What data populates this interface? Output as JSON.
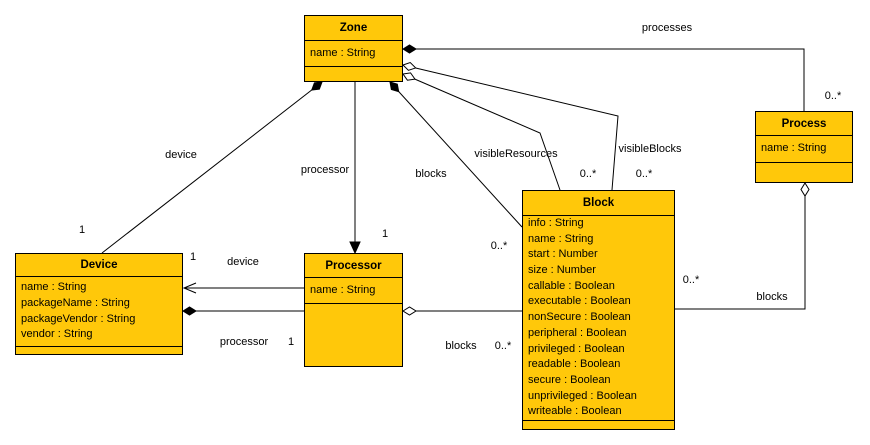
{
  "classes": {
    "zone": {
      "name": "Zone",
      "attributes": [
        "name : String"
      ]
    },
    "process": {
      "name": "Process",
      "attributes": [
        "name : String"
      ]
    },
    "block": {
      "name": "Block",
      "attributes": [
        "info : String",
        "name : String",
        "start : Number",
        "size : Number",
        "callable : Boolean",
        "executable : Boolean",
        "nonSecure : Boolean",
        "peripheral : Boolean",
        "privileged : Boolean",
        "readable : Boolean",
        "secure : Boolean",
        "unprivileged : Boolean",
        "writeable : Boolean"
      ]
    },
    "device": {
      "name": "Device",
      "attributes": [
        "name : String",
        "packageName : String",
        "packageVendor : String",
        "vendor : String"
      ]
    },
    "processor": {
      "name": "Processor",
      "attributes": [
        "name : String"
      ]
    }
  },
  "edges": {
    "processes": {
      "label": "processes",
      "source": "Zone",
      "target": "Process",
      "type": "composition",
      "target_multiplicity": "0..*"
    },
    "visible_blocks": {
      "label": "visibleBlocks",
      "source": "Zone",
      "target": "Block",
      "type": "aggregation",
      "target_multiplicity": "0..*"
    },
    "visible_resources": {
      "label": "visibleResources",
      "source": "Zone",
      "target": "Block",
      "type": "aggregation",
      "target_multiplicity": "0..*"
    },
    "zone_blocks": {
      "label": "blocks",
      "source": "Zone",
      "target": "Block",
      "type": "composition",
      "target_multiplicity": "0..*"
    },
    "zone_device": {
      "label": "device",
      "source": "Zone",
      "target": "Device",
      "type": "composition",
      "target_multiplicity": "1"
    },
    "zone_processor": {
      "label": "processor",
      "source": "Zone",
      "target": "Processor",
      "type": "directed-association",
      "target_multiplicity": "1"
    },
    "processor_device": {
      "label": "device",
      "source": "Processor",
      "target": "Device",
      "type": "directed-association",
      "target_multiplicity": "1"
    },
    "device_processor": {
      "label": "processor",
      "source": "Device",
      "target": "Processor",
      "type": "composition",
      "target_multiplicity": "1"
    },
    "processor_blocks": {
      "label": "blocks",
      "source": "Processor",
      "target": "Block",
      "type": "aggregation",
      "target_multiplicity": "0..*"
    },
    "process_blocks": {
      "label": "blocks",
      "source": "Process",
      "target": "Block",
      "type": "aggregation",
      "target_multiplicity": "0..*"
    }
  },
  "colors": {
    "class_fill": "#FFC80A",
    "class_border": "#000000",
    "edge_line": "#000000",
    "background": "#FFFFFF"
  }
}
